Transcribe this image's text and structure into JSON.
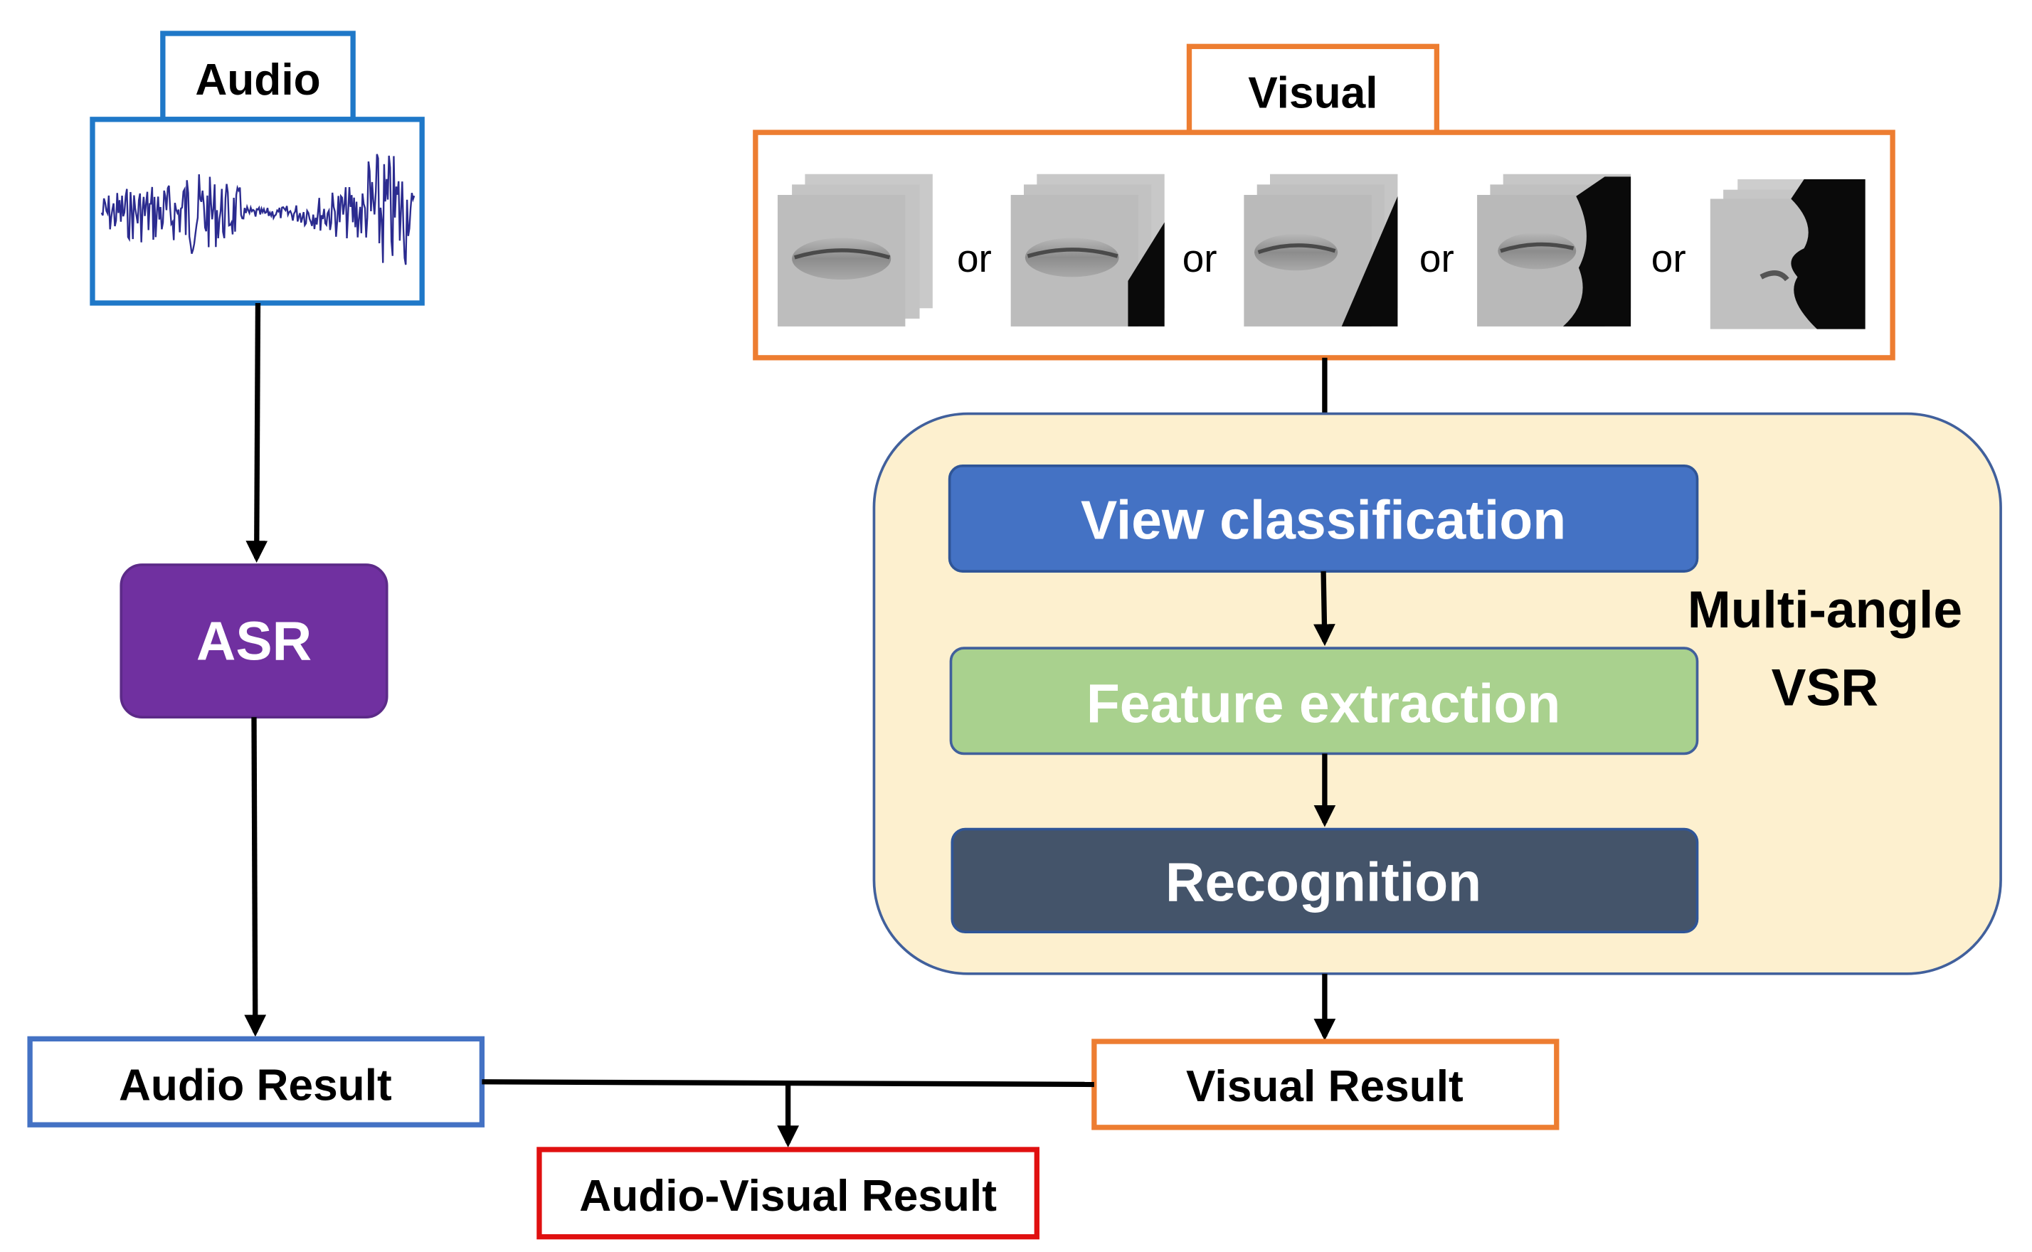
{
  "audio": {
    "label": "Audio"
  },
  "visual": {
    "label": "Visual",
    "separator": "or"
  },
  "asr": {
    "label": "ASR"
  },
  "vsr": {
    "title_line1": "Multi-angle",
    "title_line2": "VSR",
    "steps": [
      "View classification",
      "Feature extraction",
      "Recognition"
    ]
  },
  "results": {
    "audio": "Audio Result",
    "visual": "Visual Result",
    "audio_visual": "Audio-Visual Result"
  },
  "colors": {
    "audio_border": "#1f78c8",
    "visual_border": "#ed7d31",
    "asr_fill": "#7030a0",
    "vsr_panel_fill": "#fdf0cf",
    "vsr_panel_border": "#41609c",
    "view_class_fill": "#4472c4",
    "feature_fill": "#a9d18e",
    "recognition_fill": "#44546a",
    "av_result_border": "#e01010",
    "waveform": "#2b2b8f"
  }
}
